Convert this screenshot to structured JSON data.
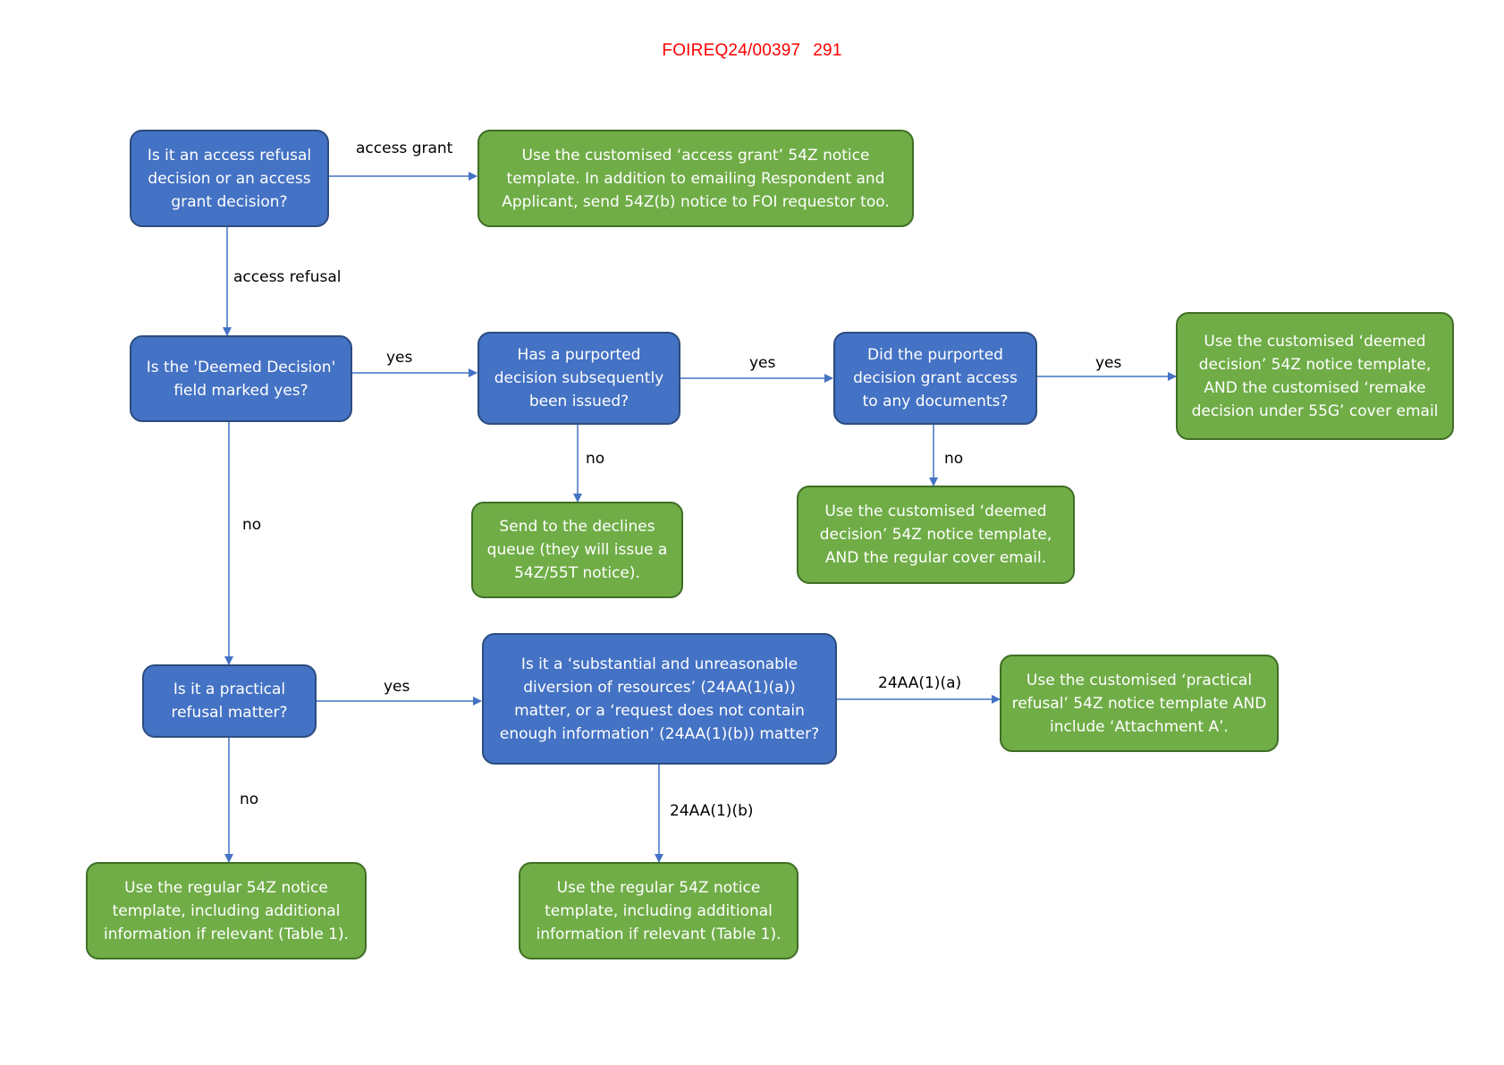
{
  "header": {
    "ref": "FOIREQ24/00397",
    "page": "291"
  },
  "colors": {
    "question": "#4472c4",
    "outcome": "#70ad47",
    "arrow": "#4472c4",
    "header": "#ff0000"
  },
  "nodes": {
    "q1": "Is it an access refusal decision or an access grant decision?",
    "a1": "Use the customised ‘access grant’ 54Z notice template. In addition to emailing Respondent and Applicant, send 54Z(b) notice to FOI requestor too.",
    "q2": "Is the 'Deemed Decision' field marked yes?",
    "q3": "Has a purported decision subsequently been issued?",
    "q4": "Did the purported decision grant access to any documents?",
    "a2": "Use the customised ‘deemed decision’ 54Z notice template, AND the customised ‘remake decision under 55G’ cover email",
    "a3": "Send to the declines queue (they will issue a 54Z/55T notice).",
    "a4": "Use the customised ‘deemed decision’ 54Z notice template, AND the regular cover email.",
    "q5": "Is it a practical refusal matter?",
    "q6": "Is it a ‘substantial and unreasonable diversion of resources’ (24AA(1)(a)) matter, or a ‘request does not contain enough information’ (24AA(1)(b)) matter?",
    "a5": "Use the customised ‘practical refusal’ 54Z notice template AND include ‘Attachment A’.",
    "a6": "Use the regular 54Z notice template, including additional information if relevant (Table 1).",
    "a7": "Use the regular 54Z notice template, including additional information if relevant (Table 1)."
  },
  "edge_labels": {
    "access_grant": "access grant",
    "access_refusal": "access refusal",
    "q2_yes": "yes",
    "q3_yes": "yes",
    "q4_yes": "yes",
    "q3_no": "no",
    "q4_no": "no",
    "q2_no": "no",
    "q5_yes": "yes",
    "q5_no": "no",
    "q6_a": "24AA(1)(a)",
    "q6_b": "24AA(1)(b)"
  }
}
